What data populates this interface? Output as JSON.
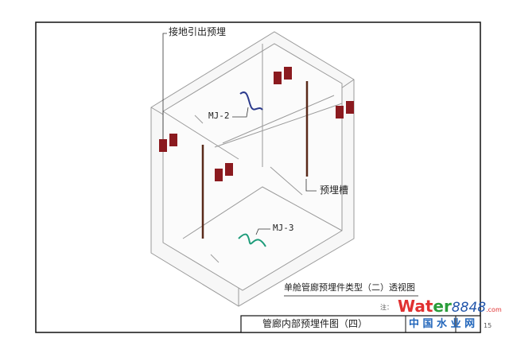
{
  "labels": {
    "grounding": "接地引出预埋",
    "mj2": "MJ-2",
    "mj3": "MJ-3",
    "groove": "预埋槽",
    "caption": "单舱管廊预埋件类型（二）透视图",
    "note": "注：",
    "sheet_no": "15"
  },
  "title_block": {
    "title": "管廊内部预埋件图（四）"
  },
  "watermark": {
    "brand_red": "Wat",
    "brand_green": "er",
    "brand_num": "8848",
    "brand_tld": ".com",
    "chinese": "中 国 水 业 网"
  },
  "colors": {
    "plate": "#8b1a1f",
    "mj2": "#2b3a8c",
    "mj3": "#1e9c7a",
    "rail": "#5a2a1a"
  }
}
